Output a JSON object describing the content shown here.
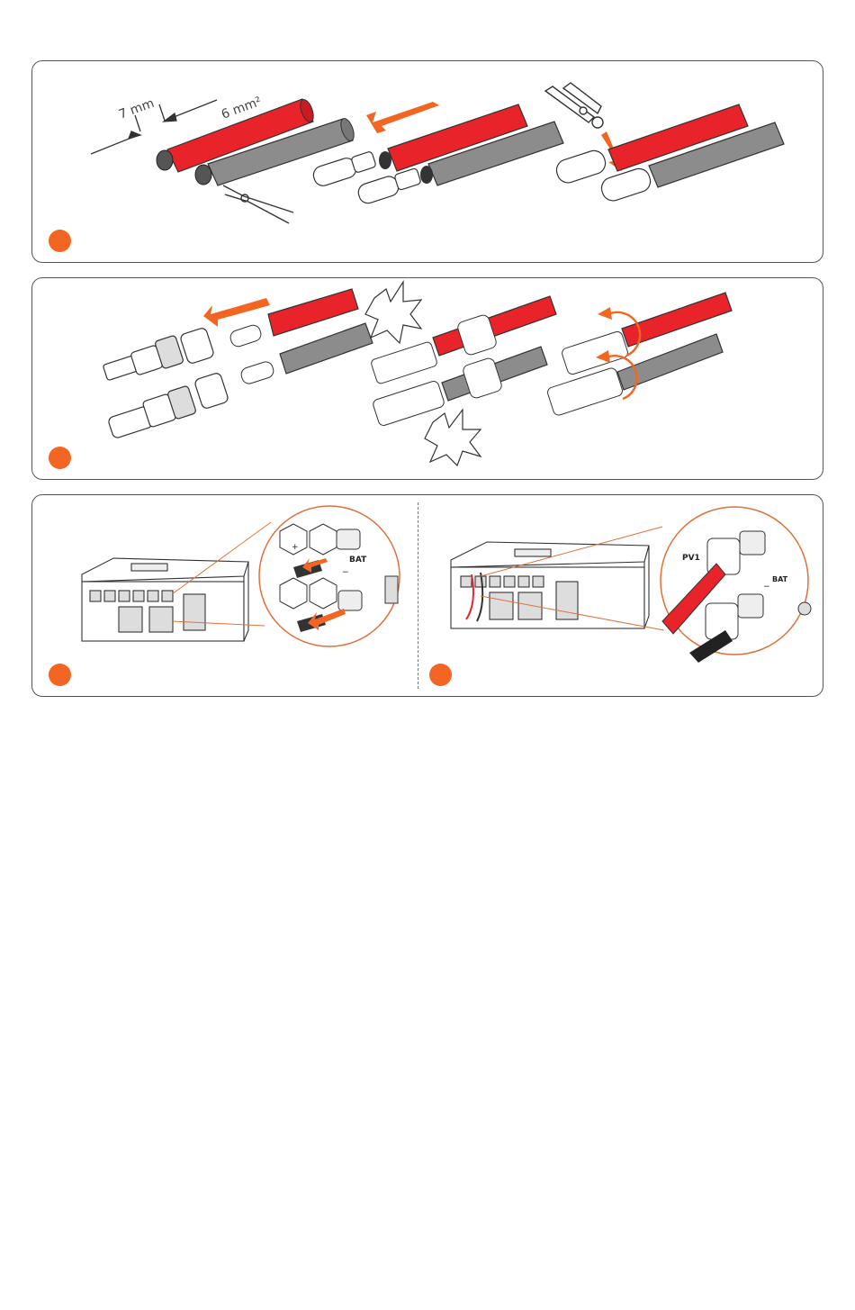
{
  "colors": {
    "accent": "#f26522",
    "cable_red": "#e8242a",
    "cable_grey": "#8c8c8c",
    "outline": "#333333"
  },
  "step1": {
    "strip_length_label": "7 mm",
    "cross_section_label": "6 mm²",
    "icons": [
      "stripping-pliers-icon",
      "crimping-tool-icon"
    ]
  },
  "step3": {
    "zoom_left": {
      "plus": "+",
      "minus": "−",
      "bat": "BAT"
    },
    "zoom_right": {
      "pv1": "PV1",
      "minus": "−",
      "bat": "BAT"
    }
  }
}
